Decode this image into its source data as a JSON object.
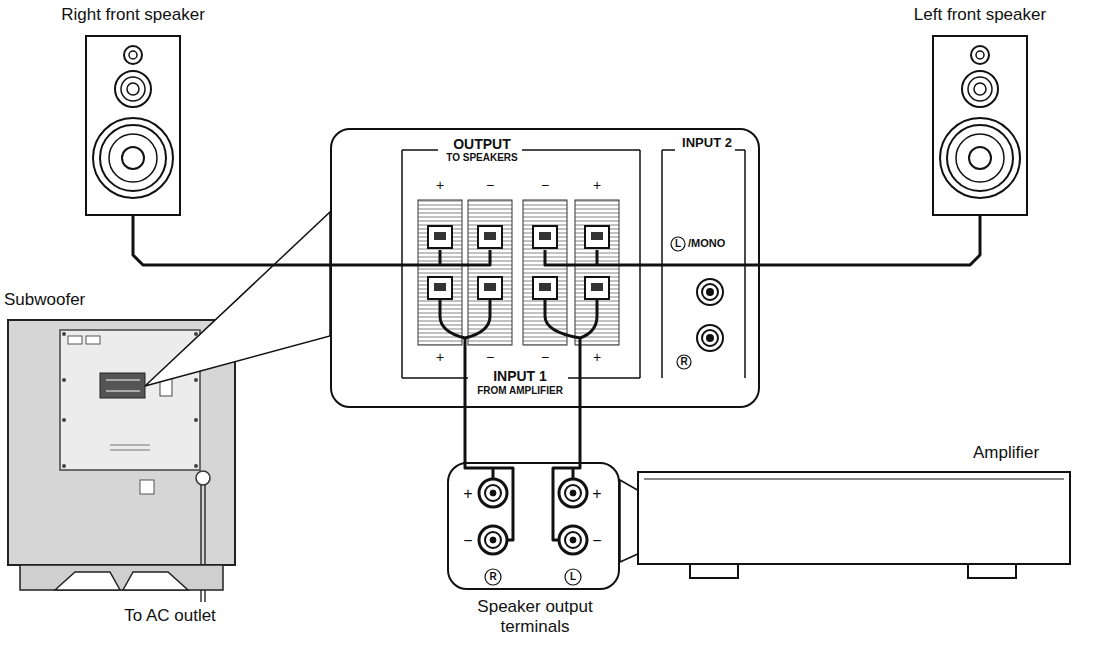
{
  "diagram": {
    "nodes": [
      {
        "text": [
          "Right front speaker"
        ]
      },
      {
        "text": [
          "Left front speaker"
        ]
      },
      {
        "text": [
          "Subwoofer"
        ]
      },
      {
        "text": [
          "OUTPUT",
          "TO SPEAKERS",
          "INPUT 2",
          "INPUT 1",
          "FROM AMPLIFIER"
        ]
      },
      {
        "text": [
          "Speaker output terminals"
        ]
      },
      {
        "text": [
          "Amplifier"
        ]
      }
    ],
    "edges": [
      {
        "from": 0,
        "to": 3,
        "arrow": "none"
      },
      {
        "from": 1,
        "to": 3,
        "arrow": "none"
      },
      {
        "from": 4,
        "to": 3,
        "arrow": "none"
      },
      {
        "from": 4,
        "to": 3,
        "arrow": "none"
      }
    ],
    "labels": [
      "+",
      "−",
      "−",
      "+",
      "+",
      "−",
      "−",
      "+",
      "L",
      "/MONO",
      "R",
      "+",
      "+",
      "−",
      "−",
      "R",
      "L",
      "To AC outlet"
    ]
  }
}
